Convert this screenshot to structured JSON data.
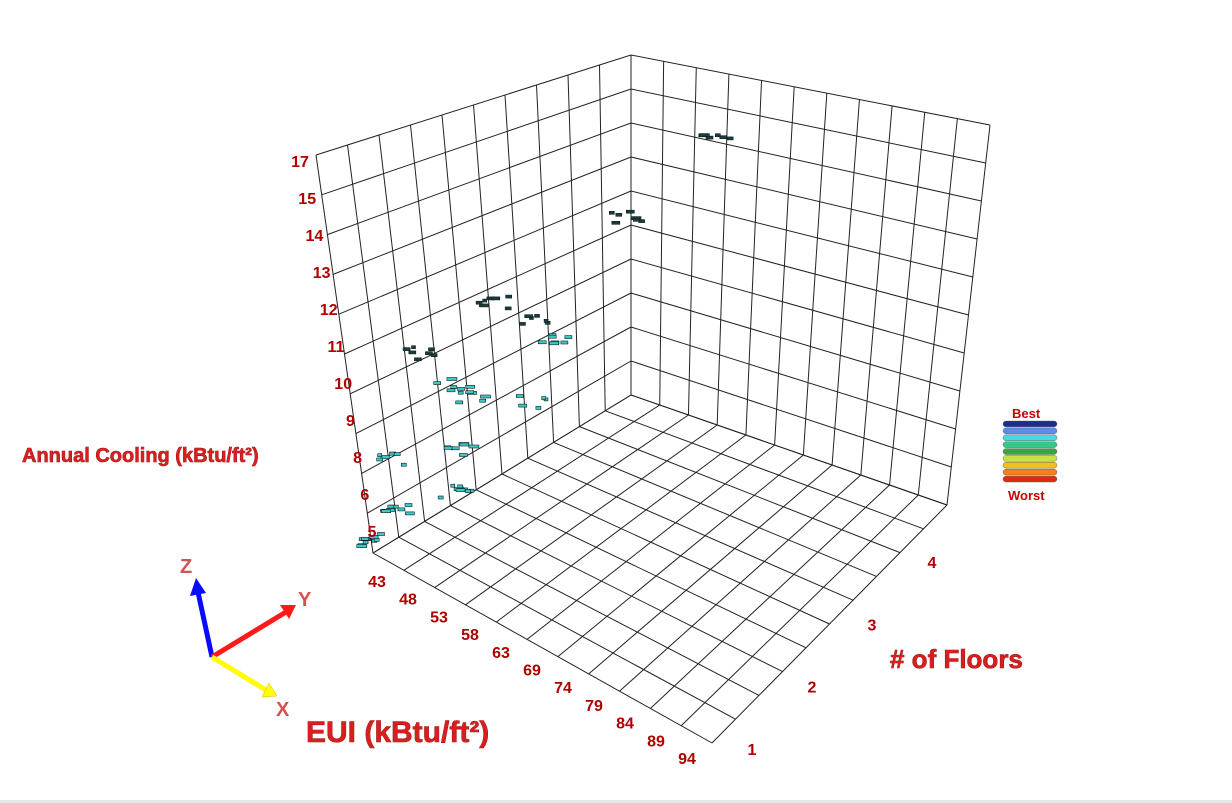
{
  "chart_data": {
    "type": "scatter3d",
    "title": "",
    "xlabel": "EUI (kBtu/ft²)",
    "ylabel": "# of Floors",
    "zlabel": "Annual Cooling (kBtu/ft²)",
    "x_ticks": [
      "43",
      "48",
      "53",
      "58",
      "63",
      "69",
      "74",
      "79",
      "84",
      "89",
      "94"
    ],
    "y_ticks": [
      "1",
      "2",
      "3",
      "4"
    ],
    "z_ticks": [
      "5",
      "6",
      "8",
      "9",
      "10",
      "11",
      "12",
      "13",
      "14",
      "15",
      "17"
    ],
    "grid": true,
    "legend": {
      "top_label": "Best",
      "bottom_label": "Worst",
      "placement": "right",
      "colors": [
        "#1a2f8c",
        "#5b8fe0",
        "#48d8e0",
        "#36c88a",
        "#3aa63a",
        "#c8e040",
        "#f0c020",
        "#f08020",
        "#e02a10"
      ]
    },
    "point_colors": {
      "low": "#3cc8c8",
      "high": "#1e3c3c"
    },
    "clusters": [
      {
        "eui": 43.2,
        "floors": 1.0,
        "cooling": 5.0,
        "n": 10
      },
      {
        "eui": 43.6,
        "floors": 1.9,
        "cooling": 5.1,
        "n": 9
      },
      {
        "eui": 46.8,
        "floors": 1.0,
        "cooling": 6.5,
        "n": 8
      },
      {
        "eui": 47.2,
        "floors": 1.8,
        "cooling": 7.1,
        "n": 7
      },
      {
        "eui": 47.0,
        "floors": 2.6,
        "cooling": 7.3,
        "n": 5
      },
      {
        "eui": 48.0,
        "floors": 1.0,
        "cooling": 8.2,
        "n": 7
      },
      {
        "eui": 48.4,
        "floors": 1.9,
        "cooling": 8.8,
        "n": 6
      },
      {
        "eui": 48.0,
        "floors": 2.8,
        "cooling": 9.4,
        "n": 7
      },
      {
        "eui": 49.6,
        "floors": 1.6,
        "cooling": 9.9,
        "n": 6
      },
      {
        "eui": 49.2,
        "floors": 2.5,
        "cooling": 10.6,
        "n": 6
      },
      {
        "eui": 51.6,
        "floors": 1.2,
        "cooling": 11.8,
        "n": 7
      },
      {
        "eui": 51.6,
        "floors": 2.0,
        "cooling": 12.3,
        "n": 7
      },
      {
        "eui": 56.0,
        "floors": 3.1,
        "cooling": 14.0,
        "n": 7
      },
      {
        "eui": 56.0,
        "floors": 4.0,
        "cooling": 15.5,
        "n": 6
      }
    ]
  },
  "triad": {
    "x_label": "X",
    "y_label": "Y",
    "z_label": "Z",
    "x_color": "#ffff00",
    "y_color": "#ff1a1a",
    "z_color": "#0a0aff"
  }
}
